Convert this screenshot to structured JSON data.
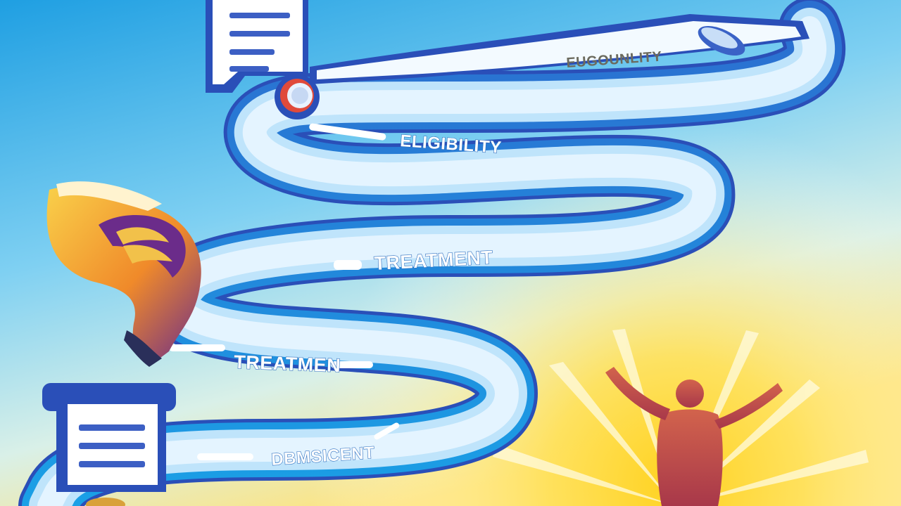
{
  "illustration": {
    "colors": {
      "sky_top": "#1f9fe2",
      "sky_mid": "#7fd0f2",
      "sunrise": "#ffd63a",
      "road_light": "#e9f6ff",
      "road_edge": "#1d8fd8",
      "road_dark": "#2a4fb8",
      "document": "#ffffff",
      "document_lines": "#3c5fc4",
      "figure": "#c4504a",
      "brain_orange": "#f0b232",
      "brain_purple": "#6b2c8a"
    },
    "icons": [
      "document-icon",
      "magnifier-icon",
      "brain-icon",
      "person-icon",
      "sun-rays"
    ],
    "labels": {
      "eligibility_top": "EUGOUNLITY",
      "eligibility": "ELIGIBILITY",
      "treatment_upper": "TREATMENT",
      "treatment_lower": "TREATMEN",
      "settlement": "DBMSICENT"
    }
  }
}
